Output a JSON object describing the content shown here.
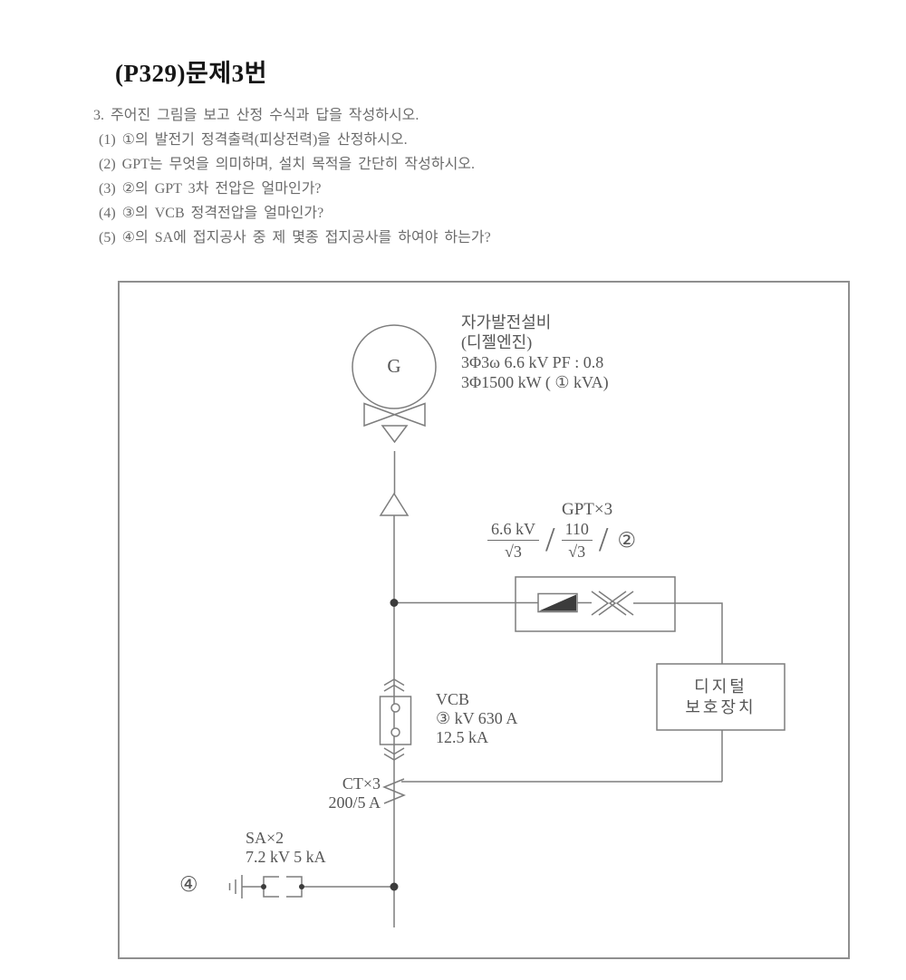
{
  "page": {
    "title": "(P329)문제3번",
    "questions": [
      "3. 주어진 그림을 보고 산정 수식과 답을 작성하시오.",
      "(1) ①의 발전기 정격출력(피상전력)을 산정하시오.",
      "(2) GPT는 무엇을 의미하며, 설치 목적을 간단히 작성하시오.",
      "(3) ②의 GPT 3차 전압은 얼마인가?",
      "(4) ③의 VCB 정격전압을 얼마인가?",
      "(5) ④의 SA에 접지공사 중 제 몇종 접지공사를 하여야 하는가?"
    ]
  },
  "diagram": {
    "generator": {
      "symbol": "G",
      "name_line1": "자가발전설비",
      "name_line2": "(디젤엔진)",
      "spec_line1": "3Φ3ω 6.6 kV PF : 0.8",
      "spec_line2": "3Φ1500 kW ( ① kVA)"
    },
    "gpt": {
      "title": "GPT×3",
      "primary_num": "6.6 kV",
      "primary_den": "√3",
      "secondary_num": "110",
      "secondary_den": "√3",
      "slash1": "/",
      "slash2": "/",
      "marker": "②"
    },
    "vcb": {
      "name": "VCB",
      "rating1": "③ kV 630 A",
      "rating2": "12.5 kA"
    },
    "ct": {
      "name": "CT×3",
      "rating": "200/5 A"
    },
    "sa": {
      "name": "SA×2",
      "rating": "7.2 kV 5 kA",
      "marker": "④"
    },
    "protection_device": {
      "line1": "디지털",
      "line2": "보호장치"
    }
  }
}
